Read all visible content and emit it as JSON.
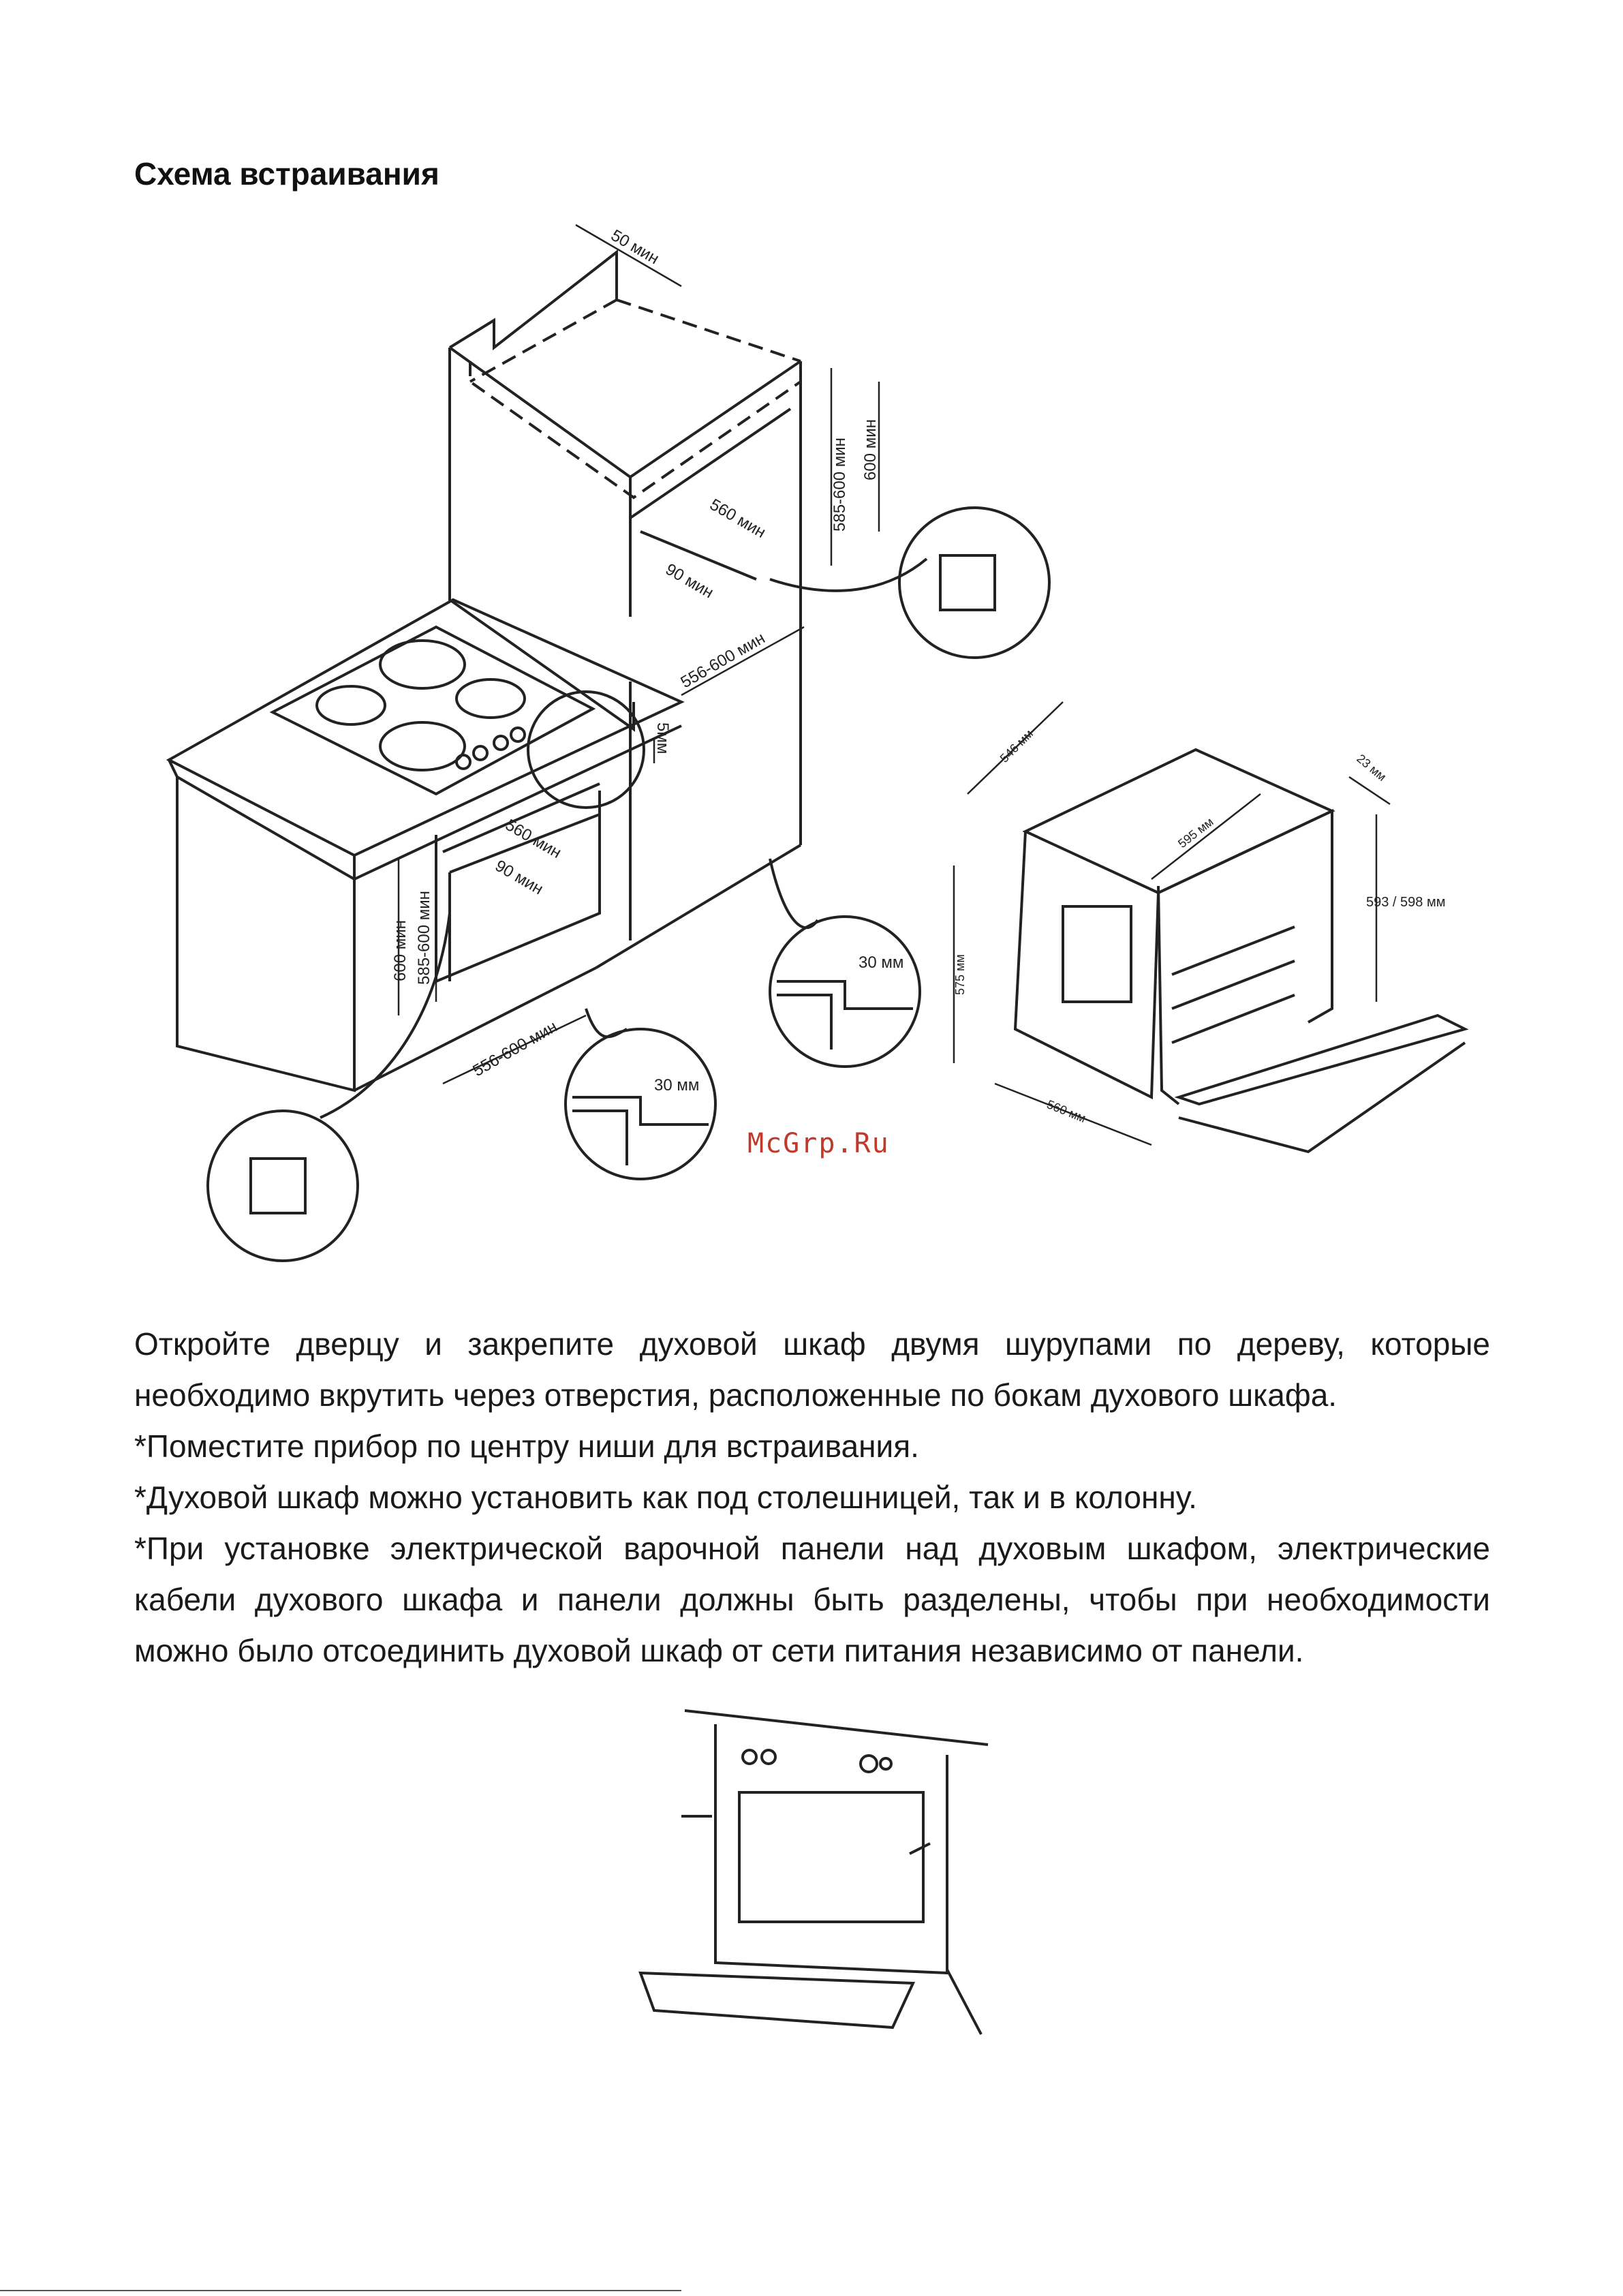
{
  "heading": "Схема встраивания",
  "watermark": "McGrp.Ru",
  "dimensions": {
    "top_gap": "50 мин",
    "col_height_range": "585-600 мин",
    "col_height": "600 мин",
    "col_width": "560 мин",
    "col_vent": "90 мин",
    "col_depth": "556-600 мин",
    "counter_gap": "5мм",
    "under_width": "560 мин",
    "under_vent": "90 мин",
    "under_height": "600 мин",
    "under_height_range": "585-600 мин",
    "under_depth": "556-600 мин",
    "detail_gap_a": "30 мм",
    "detail_gap_b": "30 мм",
    "oven_depth": "546 мм",
    "oven_inner_width": "595 мм",
    "oven_panel": "23 мм",
    "oven_height": "593 / 598 мм",
    "oven_body_height": "575 мм",
    "oven_width": "560 мм"
  },
  "paragraphs": [
    "Откройте дверцу и закрепите духовой шкаф двумя шурупами по дереву, которые необходимо вкрутить через отверстия, расположенные по бокам духового шкафа.",
    "*Поместите прибор по центру ниши для встраивания.",
    "*Духовой шкаф можно установить как под столешницей, так и в колонну.",
    "*При установке электрической варочной панели над духовым шкафом, электрические кабели духового шкафа и панели должны быть разделены, чтобы при необходимости можно было отсоединить духовой шкаф от сети питания независимо от панели."
  ]
}
